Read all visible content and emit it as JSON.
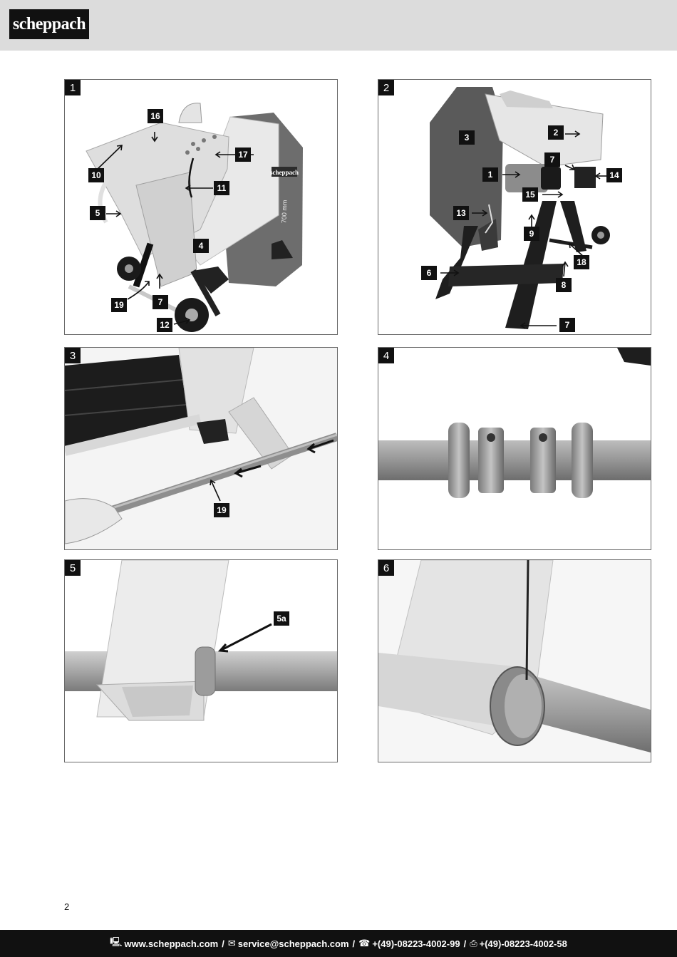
{
  "header": {
    "logo_text": "scheppach"
  },
  "figures": [
    {
      "number": "1",
      "labels": [
        "16",
        "17",
        "10",
        "11",
        "5",
        "4",
        "19",
        "7",
        "12"
      ]
    },
    {
      "number": "2",
      "labels": [
        "3",
        "2",
        "7",
        "1",
        "14",
        "15",
        "13",
        "9",
        "18",
        "6",
        "8",
        "7"
      ]
    },
    {
      "number": "3",
      "labels": [
        "19"
      ]
    },
    {
      "number": "4",
      "labels": []
    },
    {
      "number": "5",
      "labels": [
        "5a"
      ]
    },
    {
      "number": "6",
      "labels": []
    }
  ],
  "panel1_art": {
    "blade_size_text": "700 mm",
    "brand_plate": "scheppach"
  },
  "page_number": "2",
  "footer": {
    "website": "www.scheppach.com",
    "email": "service@scheppach.com",
    "phone": "+(49)-08223-4002-99",
    "fax": "+(49)-08223-4002-58",
    "separator": "/",
    "website_icon": "monitor-icon",
    "email_icon": "envelope-icon",
    "phone_icon": "phone-icon",
    "fax_icon": "fax-icon"
  }
}
